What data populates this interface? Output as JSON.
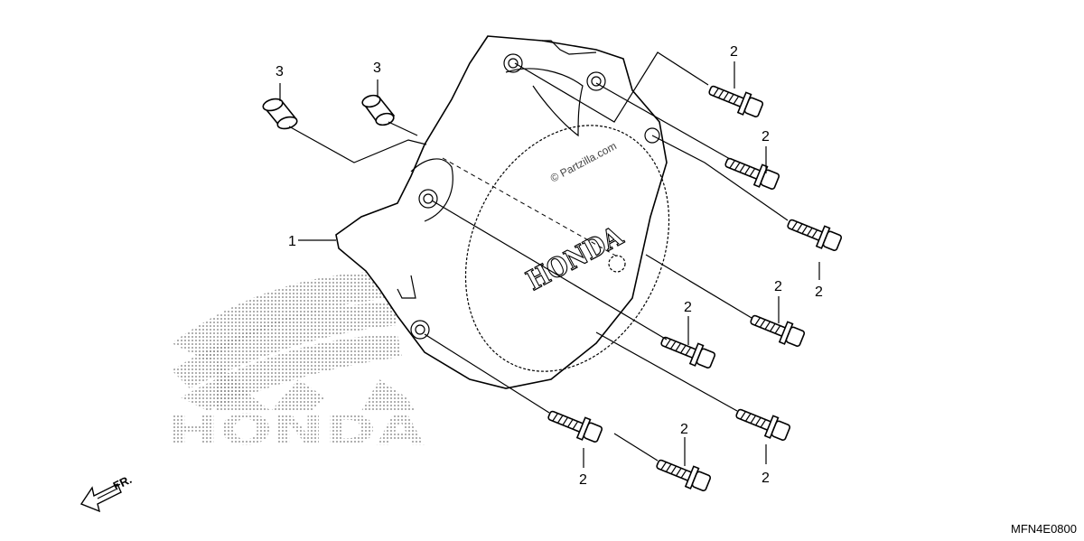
{
  "diagram": {
    "callouts": {
      "c1": "1",
      "c2": "2",
      "c3": "3"
    },
    "cover_logo": "HONDA",
    "watermark_logo": "HONDA",
    "site_watermark": "© Partzilla.com",
    "direction_label": "FR.",
    "diagram_code": "MFN4E0800"
  }
}
